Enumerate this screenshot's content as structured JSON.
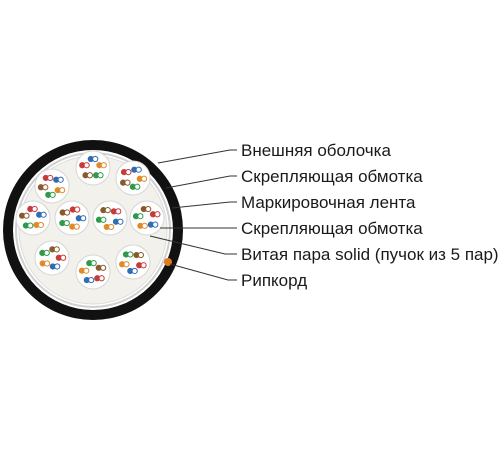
{
  "labels": {
    "outer_jacket": "Внешняя оболочка",
    "binder_tape_outer": "Скрепляющая обмотка",
    "marking_tape": "Маркировочная лента",
    "binder_tape_inner": "Скрепляющая обмотка",
    "twisted_pair_bundle": "Витая пара solid (пучок из 5 пар)",
    "ripcord": "Рипкорд"
  },
  "colors": {
    "jacket": "#111111",
    "inner_fill": "#f3f1ec",
    "ripcord": "#e07a1f",
    "pair_blue": "#2f6db5",
    "pair_orange": "#e08a2a",
    "pair_green": "#2e9a4a",
    "pair_brown": "#8a5a2b",
    "pair_red": "#c83a3a"
  }
}
